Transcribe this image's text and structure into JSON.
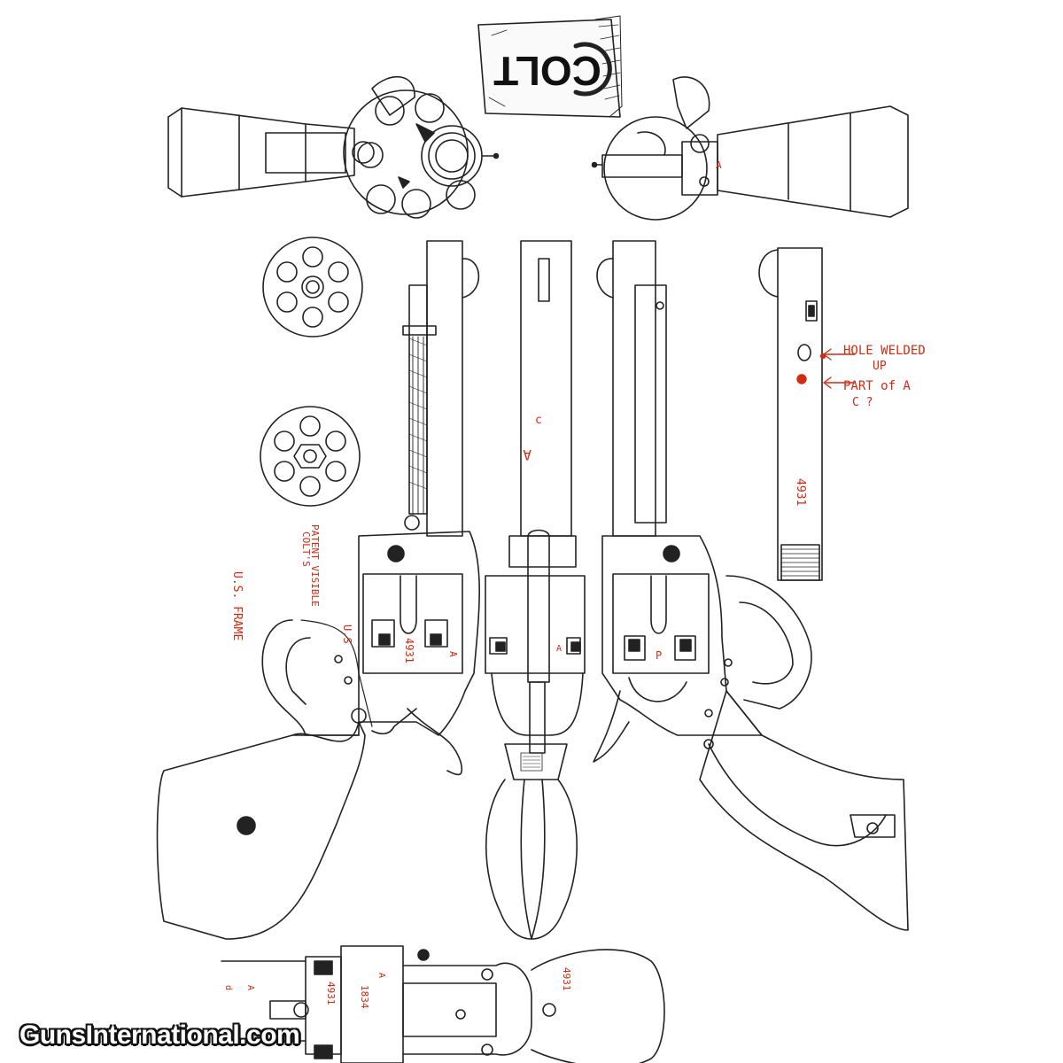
{
  "logo": {
    "text": "COLT"
  },
  "annotations": {
    "hole": "HOLE WELDED",
    "hole_line2": "UP",
    "part": "PART of A",
    "part_line2": "C ?",
    "us_frame": "U.S. FRAME",
    "us_frame_mark": "U.S",
    "colts_patent_1": "COLT'S",
    "colts_patent_2": "PATENT VISIBLE",
    "serial": "4931",
    "serial_alt": "1834",
    "inspector_mark": "A",
    "letter_p": "P",
    "letter_c": "c",
    "letter_a": "A",
    "letter_d": "d"
  },
  "watermark": {
    "text": "GunsInternational.com"
  },
  "colors": {
    "ink": "#222222",
    "annotation": "#d42a12",
    "paper": "#ffffff"
  }
}
